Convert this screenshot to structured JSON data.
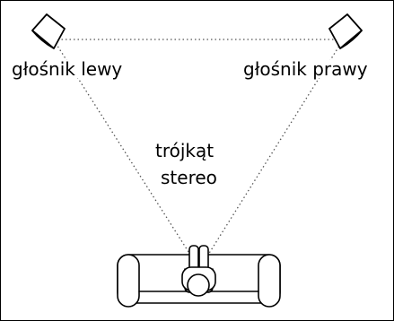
{
  "speakers": {
    "left_label": "głośnik lewy",
    "right_label": "głośnik prawy"
  },
  "triangle": {
    "label_line1": "trójkąt",
    "label_line2": "stereo"
  }
}
